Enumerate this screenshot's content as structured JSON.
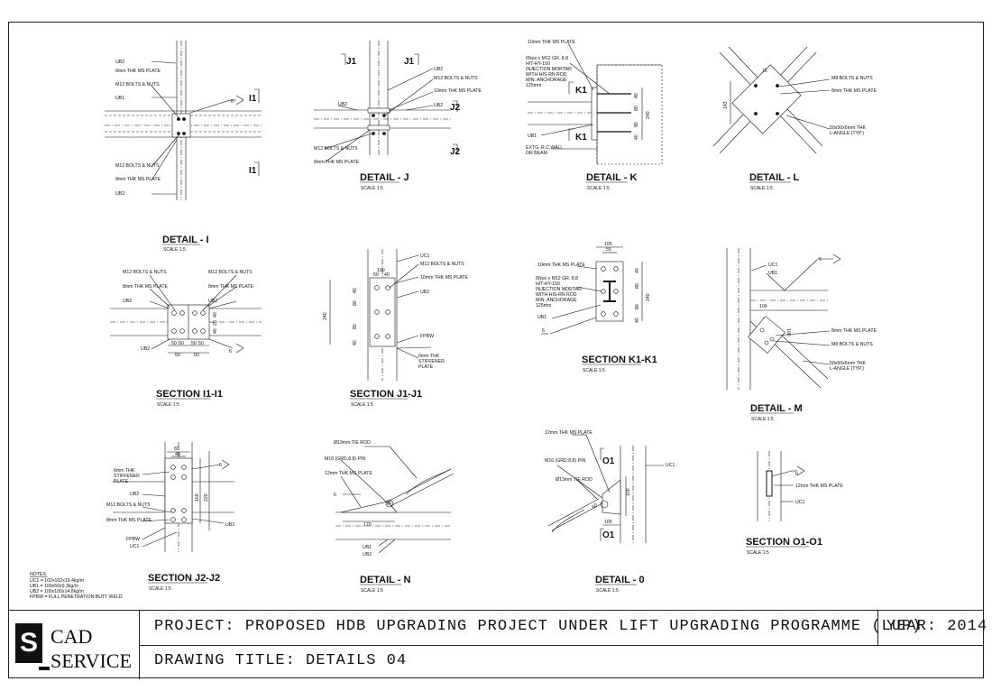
{
  "details": {
    "i": {
      "title": "DETAIL - I",
      "scale": "SCALE 1:5",
      "marker": "I1",
      "labels": {
        "ub2_top": "UB2",
        "plate_top": "8mm THK MS PLATE",
        "bolts_top": "M12 BOLTS & NUTS",
        "ub1": "UB1",
        "bolts_bot": "M12 BOLTS & NUTS",
        "plate_bot": "8mm THK MS PLATE",
        "ub2_bot": "UB2",
        "weld": "6"
      }
    },
    "j": {
      "title": "DETAIL - J",
      "scale": "SCALE 1:5",
      "marker1": "J1",
      "marker2": "J2",
      "labels": {
        "ub2": "UB2",
        "bolts": "M12 BOLTS & NUTS",
        "plate10": "10mm THK MS PLATE",
        "ub2_r": "UB2",
        "ub2_l": "UB2",
        "bolts_b": "M12 BOLTS & NUTS",
        "plate8": "8mm THK MS PLATE"
      }
    },
    "k": {
      "title": "DETAIL - K",
      "scale": "SCALE 1:5",
      "marker": "K1",
      "labels": {
        "plate10": "10mm THK MS PLATE",
        "anchor": "6Nos x M12 GR. 8.8 HIT-HY-150 INJECTION MORTAR WITH HIS-RN ROD MIN. ANCHORAGE 125mm",
        "ub1": "UB1",
        "wall": "EXTG. R.C WALL OR BEAM"
      },
      "dims": [
        "40",
        "80",
        "240",
        "80",
        "40"
      ]
    },
    "l": {
      "title": "DETAIL - L",
      "scale": "SCALE 1:5",
      "labels": {
        "bolts": "M8 BOLTS & NUTS",
        "plate": "8mm THK MS PLATE",
        "angle": "50x50x6mm THK L-ANGLE (TYP.)"
      },
      "dims": [
        "143",
        "15"
      ]
    },
    "i1": {
      "title": "SECTION I1-I1",
      "scale": "SCALE 1:5",
      "labels": {
        "bolts_l": "M12 BOLTS & NUTS",
        "plate_l": "8mm THK MS PLATE",
        "ub2_l": "UB2",
        "bolts_r": "M12 BOLTS & NUTS",
        "plate_r": "8mm THK MS PLATE",
        "ub2_r": "UB2",
        "ub2_b": "UB2",
        "weld": "6"
      },
      "dims": [
        "50",
        "50",
        "50",
        "50",
        "60",
        "60",
        "40",
        "20",
        "40"
      ]
    },
    "j1": {
      "title": "SECTION J1-J1",
      "scale": "SCALE 1:5",
      "labels": {
        "uc1": "UC1",
        "bolts": "M12 BOLTS & NUTS",
        "plate": "10mm THK MS PLATE",
        "ub2": "UB2",
        "fpbw": "FPBW",
        "stiff": "6mm THK STIFFENER PLATE",
        "weld": "6"
      },
      "dims": [
        "100",
        "50",
        "40",
        "240",
        "40",
        "80",
        "80",
        "40"
      ]
    },
    "k1": {
      "title": "SECTION K1-K1",
      "scale": "SCALE 1:5",
      "labels": {
        "plate": "10mm THK MS PLATE",
        "anchor": "6Nos x M12 GR. 8.8 HIT-HY-150 INJECTION MORTAR WITH HIS-RN ROD MIN. ANCHORAGE 125mm",
        "ub1": "UB1",
        "weld": "6"
      },
      "dims": [
        "105",
        "55",
        "40",
        "80",
        "240",
        "80",
        "40"
      ]
    },
    "m": {
      "title": "DETAIL - M",
      "scale": "SCALE 1:5",
      "labels": {
        "uc1": "UC1",
        "ub1": "UB1",
        "plate": "8mm THK MS PLATE",
        "bolts": "M8 BOLTS & NUTS",
        "angle": "50x50x6mm THK L-ANGLE (TYP.)",
        "weld": "6"
      },
      "dims": [
        "100",
        "100"
      ]
    },
    "j2": {
      "title": "SECTION J2-J2",
      "scale": "SCALE 1:5",
      "labels": {
        "stiff": "6mm THK STIFFENER PLATE",
        "ub2": "UB2",
        "bolts": "M12 BOLTS & NUTS",
        "plate": "8mm THK MS PLATE",
        "fpbw": "FPBW",
        "uc1": "UC1",
        "ub2_r": "UB2",
        "weld": "6"
      },
      "dims": [
        "80",
        "40",
        "160",
        "220"
      ]
    },
    "n": {
      "title": "DETAIL - N",
      "scale": "SCALE 1:5",
      "labels": {
        "tie": "Ø13mm TIE ROD",
        "pin": "M16 (GRD.8.8) PIN",
        "plate": "12mm THK MS PLATE",
        "ub1": "UB1",
        "ub2": "UB2",
        "weld": "6"
      },
      "dims": [
        "170",
        "60"
      ]
    },
    "o": {
      "title": "DETAIL - 0",
      "scale": "SCALE 1:5",
      "marker": "O1",
      "labels": {
        "plate": "12mm THK MS PLATE",
        "pin": "M16 (GRD.8.8) PIN",
        "tie": "Ø13mm TIE ROD",
        "uc1": "UC1"
      },
      "dims": [
        "100",
        "100",
        "60"
      ]
    },
    "o1": {
      "title": "SECTION O1-O1",
      "scale": "SCALE 1:5",
      "labels": {
        "plate": "12mm THK MS PLATE",
        "uc1": "UC1",
        "weld": "6"
      }
    }
  },
  "notes": {
    "heading": "NOTES:",
    "lines": [
      "UC1 = 102x102x19.4kg/m",
      "UB1 = 100x50x9.3kg/m",
      "UB2 = 100x100x14.8kg/m",
      "FPBW = FULL PENETRATION BUTT WELD"
    ]
  },
  "title_block": {
    "logo_letter": "S",
    "logo_line1": "CAD",
    "logo_line2": "SERVICE",
    "project": "PROJECT: PROPOSED HDB UPGRADING PROJECT UNDER LIFT UPGRADING PROGRAMME (LUP)",
    "drawing_title": "DRAWING TITLE: DETAILS 04",
    "year": "YEAR: 2014"
  }
}
